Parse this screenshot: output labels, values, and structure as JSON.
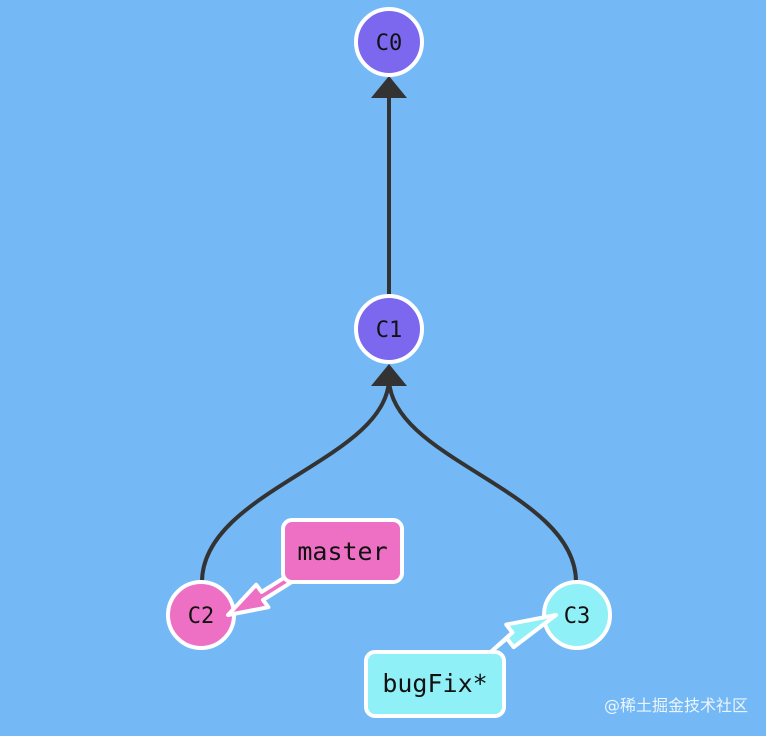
{
  "commits": {
    "c0": {
      "label": "C0",
      "color": "#7b68ee"
    },
    "c1": {
      "label": "C1",
      "color": "#7b68ee"
    },
    "c2": {
      "label": "C2",
      "color": "#ee70c5"
    },
    "c3": {
      "label": "C3",
      "color": "#8ff0f8"
    }
  },
  "branches": {
    "master": {
      "label": "master",
      "color": "#ee70c5"
    },
    "bugfix": {
      "label": "bugFix*",
      "color": "#8ff0f8"
    }
  },
  "colors": {
    "background": "#74b9f5",
    "edge": "#333333",
    "outline": "#ffffff"
  },
  "watermark": "@稀土掘金技术社区"
}
